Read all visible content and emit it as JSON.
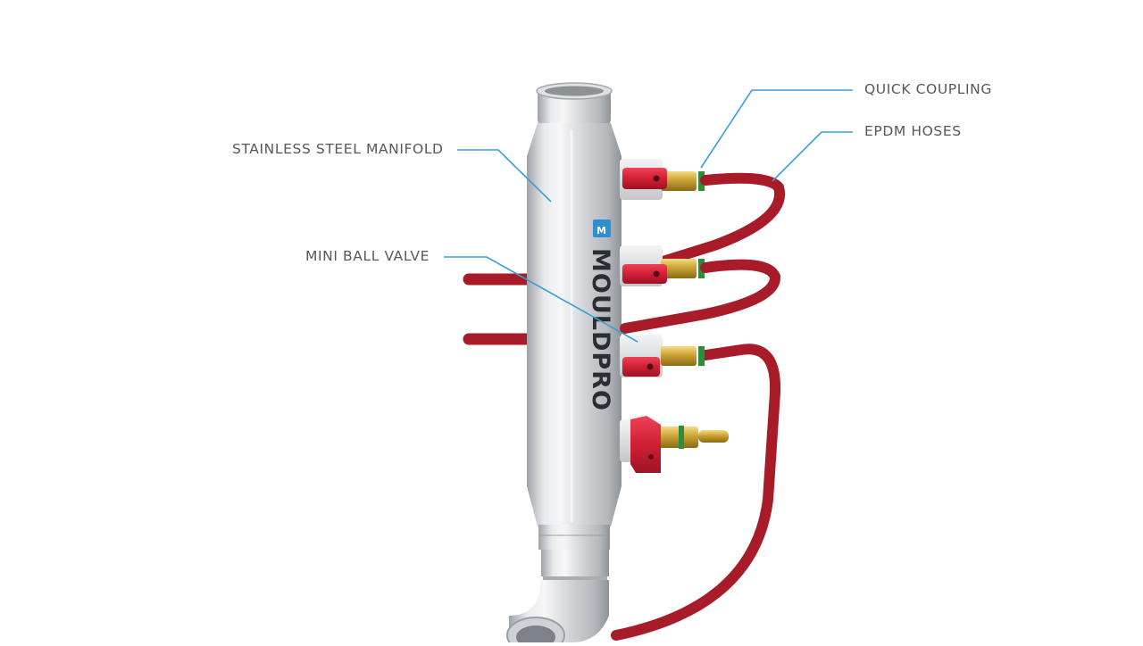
{
  "labels": {
    "stainless_manifold": "STAINLESS STEEL MANIFOLD",
    "mini_ball_valve": "MINI BALL VALVE",
    "quick_coupling": "QUICK COUPLING",
    "epdm_hoses": "EPDM HOSES"
  },
  "brand": {
    "name": "MOULDPRO",
    "logo_icon": "mouldpro-mark-icon"
  },
  "colors": {
    "callout_line": "#3a9fd6",
    "label_text": "#55585c",
    "hose_red": "#b3202c",
    "valve_red": "#d11f35",
    "brass": "#c9a227",
    "steel": "#c9ccd0",
    "logo_blue": "#2f8fd0"
  }
}
